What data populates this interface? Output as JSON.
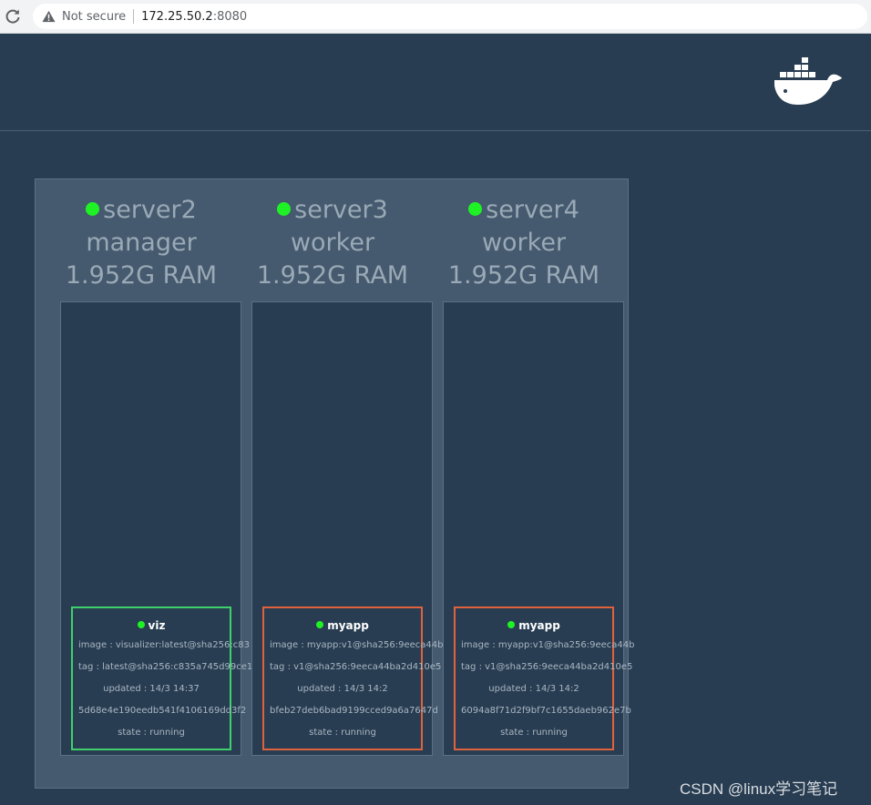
{
  "browser": {
    "security_label": "Not secure",
    "host": "172.25.50.2",
    "port": ":8080"
  },
  "nodes": [
    {
      "name": "server2",
      "role": "manager",
      "ram": "1.952G RAM",
      "task": {
        "name": "viz",
        "image": "image : visualizer:latest@sha256:c83",
        "tag": "tag : latest@sha256:c835a745d99ce1",
        "updated": "updated : 14/3 14:37",
        "id": "5d68e4e190eedb541f4106169dd3f2",
        "state": "state : running",
        "status_color": "#3fd06c"
      }
    },
    {
      "name": "server3",
      "role": "worker",
      "ram": "1.952G RAM",
      "task": {
        "name": "myapp",
        "image": "image : myapp:v1@sha256:9eeca44b",
        "tag": "tag : v1@sha256:9eeca44ba2d410e5",
        "updated": "updated : 14/3 14:2",
        "id": "bfeb27deb6bad9199cced9a6a7647d",
        "state": "state : running",
        "status_color": "#e0623d"
      }
    },
    {
      "name": "server4",
      "role": "worker",
      "ram": "1.952G RAM",
      "task": {
        "name": "myapp",
        "image": "image : myapp:v1@sha256:9eeca44b",
        "tag": "tag : v1@sha256:9eeca44ba2d410e5",
        "updated": "updated : 14/3 14:2",
        "id": "6094a8f71d2f9bf7c1655daeb962e7b",
        "state": "state : running",
        "status_color": "#e0623d"
      }
    }
  ],
  "watermark": "CSDN @linux学习笔记",
  "colors": {
    "background": "#283d52",
    "cluster": "#455a6f",
    "status_green": "#1ef224"
  }
}
